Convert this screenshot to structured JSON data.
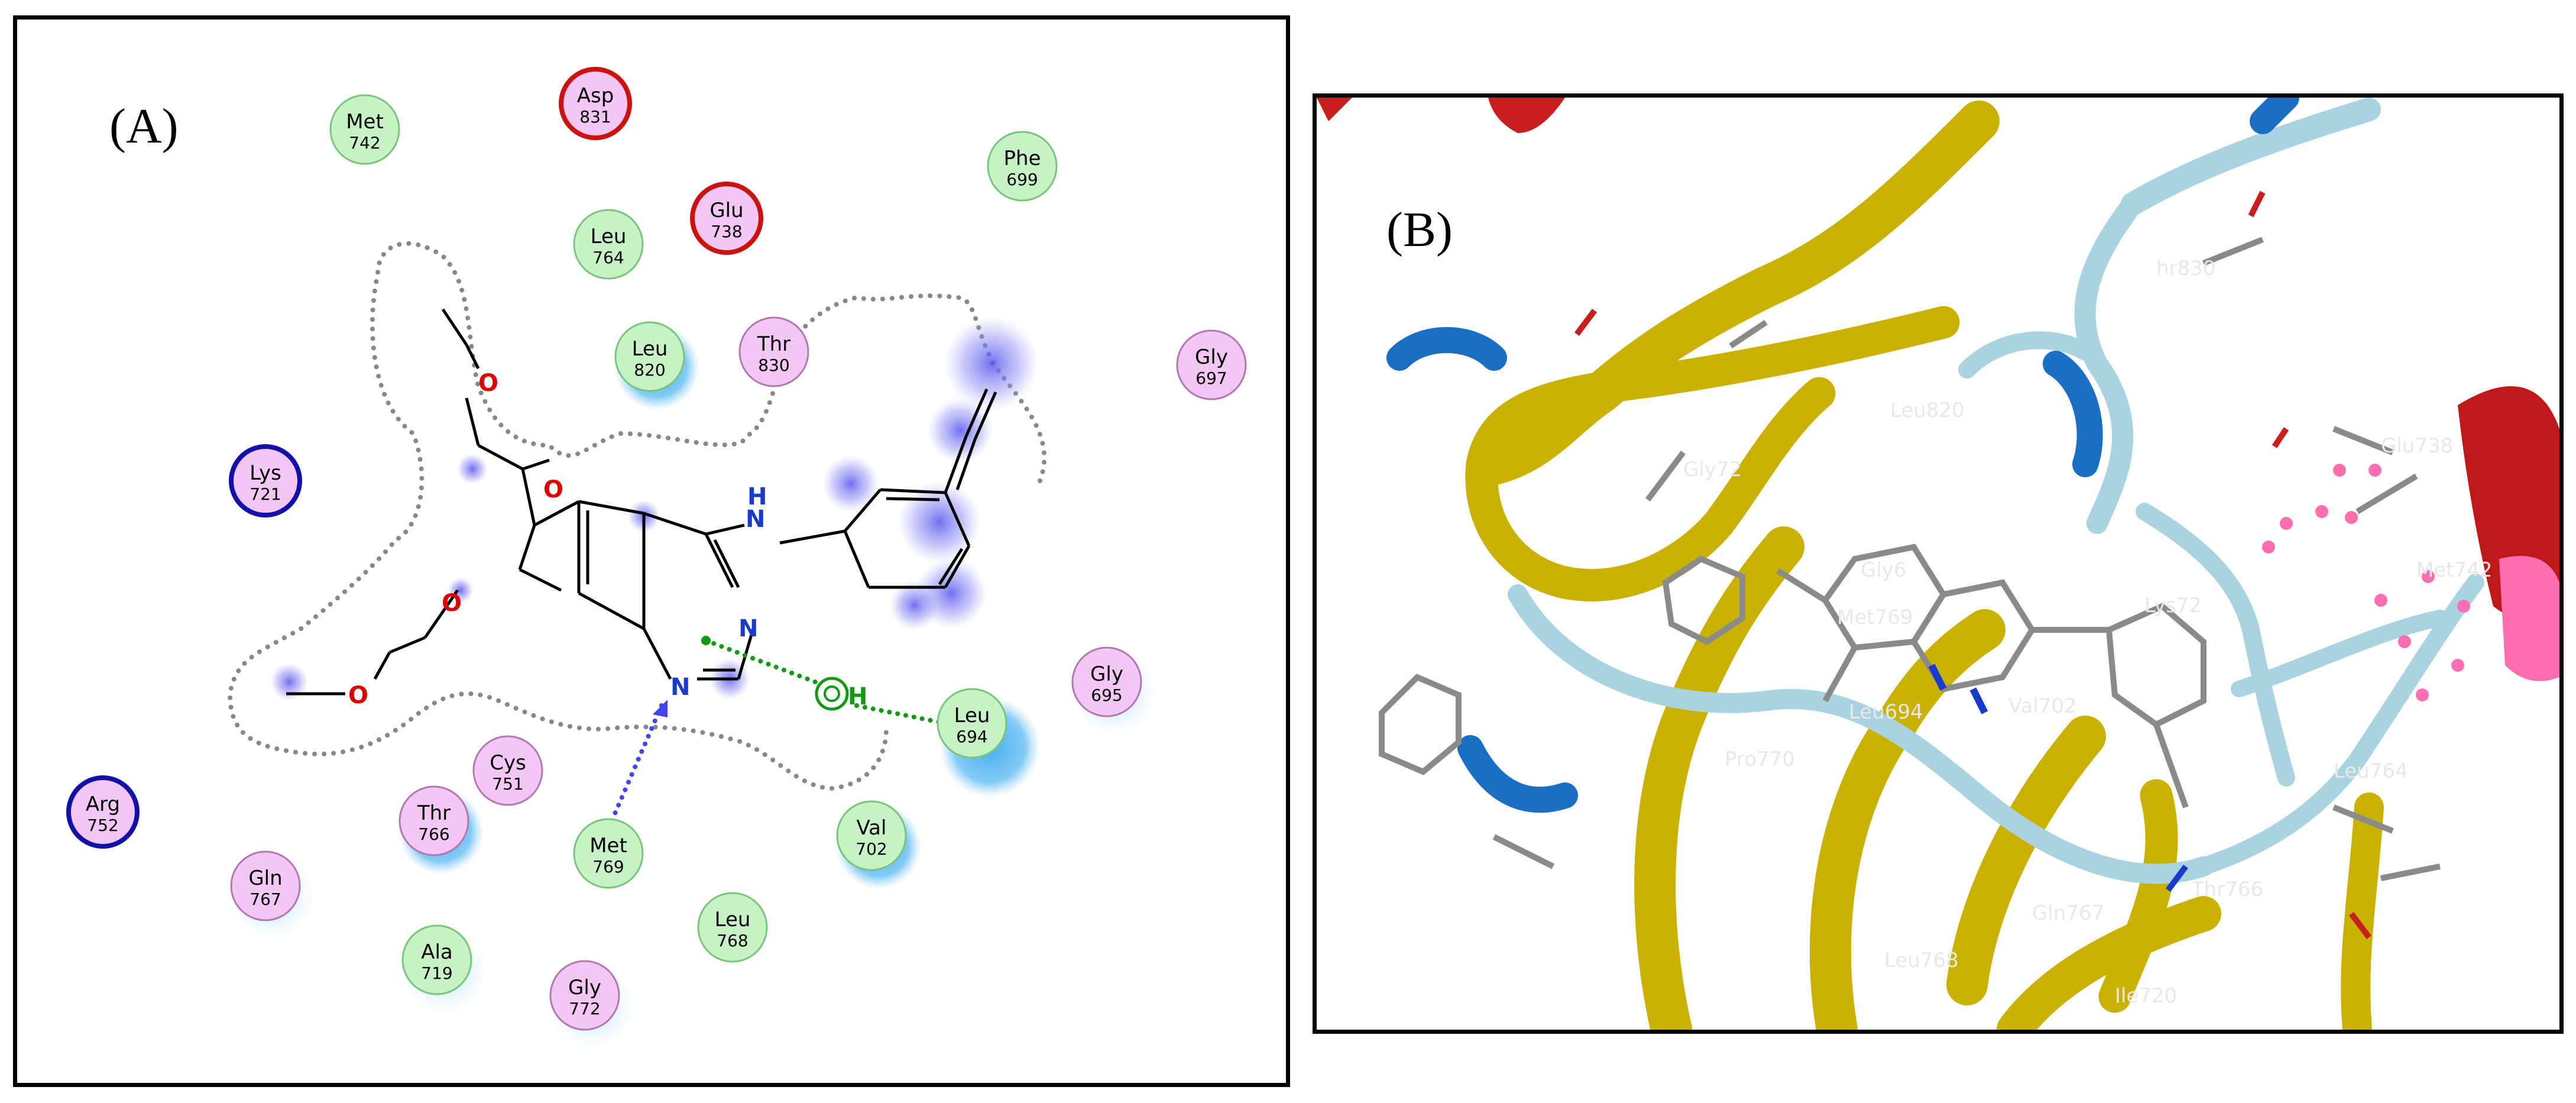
{
  "panel_a": {
    "label": "(A)",
    "residues": [
      {
        "name": "Met",
        "num": "742",
        "kind": "hydrophobic"
      },
      {
        "name": "Asp",
        "num": "831",
        "kind": "negative"
      },
      {
        "name": "Phe",
        "num": "699",
        "kind": "hydrophobic"
      },
      {
        "name": "Leu",
        "num": "764",
        "kind": "hydrophobic"
      },
      {
        "name": "Glu",
        "num": "738",
        "kind": "negative"
      },
      {
        "name": "Leu",
        "num": "820",
        "kind": "hydrophobic"
      },
      {
        "name": "Thr",
        "num": "830",
        "kind": "polar"
      },
      {
        "name": "Gly",
        "num": "697",
        "kind": "polar"
      },
      {
        "name": "Lys",
        "num": "721",
        "kind": "positive"
      },
      {
        "name": "Gly",
        "num": "695",
        "kind": "polar"
      },
      {
        "name": "Leu",
        "num": "694",
        "kind": "hydrophobic"
      },
      {
        "name": "Arg",
        "num": "752",
        "kind": "positive"
      },
      {
        "name": "Cys",
        "num": "751",
        "kind": "polar"
      },
      {
        "name": "Thr",
        "num": "766",
        "kind": "polar"
      },
      {
        "name": "Val",
        "num": "702",
        "kind": "hydrophobic"
      },
      {
        "name": "Met",
        "num": "769",
        "kind": "hydrophobic"
      },
      {
        "name": "Gln",
        "num": "767",
        "kind": "polar"
      },
      {
        "name": "Leu",
        "num": "768",
        "kind": "hydrophobic"
      },
      {
        "name": "Ala",
        "num": "719",
        "kind": "hydrophobic"
      },
      {
        "name": "Gly",
        "num": "772",
        "kind": "polar"
      }
    ],
    "atoms": {
      "o1": "O",
      "o2": "O",
      "o3": "O",
      "o4": "O",
      "nh_n": "N",
      "nh_h": "H",
      "n1": "N",
      "n3": "N",
      "pi_h": "H"
    },
    "colors": {
      "hydrophobic_fill": "#c6f2c6",
      "hydrophobic_stroke": "#7bc47b",
      "polar_fill": "#f4c6f4",
      "polar_stroke": "#b07ab0",
      "negative_stroke": "#cc1111",
      "positive_stroke": "#1111aa",
      "hbond": "#4444ee",
      "pi_h": "#119911",
      "contour": "#888888"
    }
  },
  "panel_b": {
    "label": "(B)",
    "labels": [
      "hr830",
      "Leu820",
      "Gly72",
      "Glu738",
      "Gly6",
      "Met769",
      "Lys72",
      "Met742",
      "Leu694",
      "Val702",
      "Pro770",
      "Leu764",
      "Thr766",
      "Gln767",
      "Leu768",
      "Ile720"
    ]
  }
}
